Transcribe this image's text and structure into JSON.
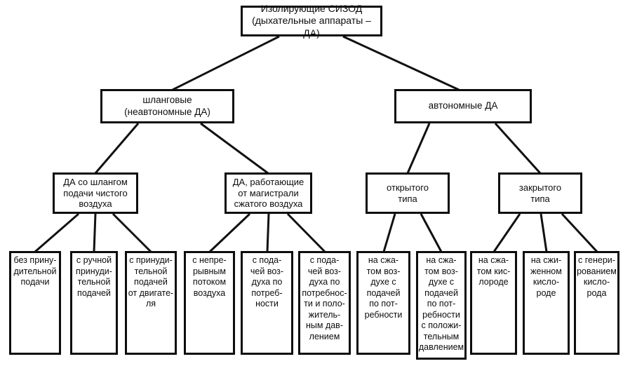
{
  "diagram": {
    "title": "Изолирующие СИЗОД (дыхательные аппараты – ДА)",
    "line_color": "#111111",
    "box_border_color": "#0d0d0d",
    "background_color": "#ffffff",
    "nodes": {
      "root": {
        "label": "Изолирующие СИЗОД\n(дыхательные аппараты – ДА)"
      },
      "hose": {
        "label": "шланговые\n(неавтономные ДА)"
      },
      "autonomous": {
        "label": "автономные ДА"
      },
      "hose_clean_air": {
        "label": "ДА со шлангом\nподачи чистого\nвоздуха"
      },
      "hose_compressed_main": {
        "label": "ДА, работающие\nот магистрали\nсжатого воздуха"
      },
      "open_type": {
        "label": "открытого\nтипа"
      },
      "closed_type": {
        "label": "закрытого\nтипа"
      },
      "no_forced": {
        "label": "без прину-\nдительной\nподачи"
      },
      "manual_forced": {
        "label": "с ручной\nпринуди-\nтельной\nподачей"
      },
      "engine_forced": {
        "label": "с принуди-\nтельной\nподачей\nот двигате-\nля"
      },
      "continuous_flow": {
        "label": "с непре-\nрывным\nпотоком\nвоздуха"
      },
      "demand_supply": {
        "label": "с пода-\nчей воз-\nдуха по\nпотреб-\nности"
      },
      "demand_positive": {
        "label": "с пода-\nчей воз-\nдуха по\nпотребнос-\nти и поло-\nжитель-\nным дав-\nлением"
      },
      "compressed_air_demand": {
        "label": "на сжа-\nтом воз-\nдухе с\nподачей\nпо пот-\nребности"
      },
      "compressed_air_demand_positive": {
        "label": "на сжа-\nтом воз-\nдухе с\nподачей\nпо пот-\nребности\nс положи-\nтельным\nдавлением"
      },
      "compressed_oxygen": {
        "label": "на сжа-\nтом кис-\nлороде"
      },
      "liquid_oxygen": {
        "label": "на сжи-\nженном\nкисло-\nроде"
      },
      "oxygen_generating": {
        "label": "с генери-\nрованием\nкисло-\nрода"
      }
    },
    "edges": [
      [
        "root",
        "hose"
      ],
      [
        "root",
        "autonomous"
      ],
      [
        "hose",
        "hose_clean_air"
      ],
      [
        "hose",
        "hose_compressed_main"
      ],
      [
        "autonomous",
        "open_type"
      ],
      [
        "autonomous",
        "closed_type"
      ],
      [
        "hose_clean_air",
        "no_forced"
      ],
      [
        "hose_clean_air",
        "manual_forced"
      ],
      [
        "hose_clean_air",
        "engine_forced"
      ],
      [
        "hose_compressed_main",
        "continuous_flow"
      ],
      [
        "hose_compressed_main",
        "demand_supply"
      ],
      [
        "hose_compressed_main",
        "demand_positive"
      ],
      [
        "open_type",
        "compressed_air_demand"
      ],
      [
        "open_type",
        "compressed_air_demand_positive"
      ],
      [
        "closed_type",
        "compressed_oxygen"
      ],
      [
        "closed_type",
        "liquid_oxygen"
      ],
      [
        "closed_type",
        "oxygen_generating"
      ]
    ]
  }
}
